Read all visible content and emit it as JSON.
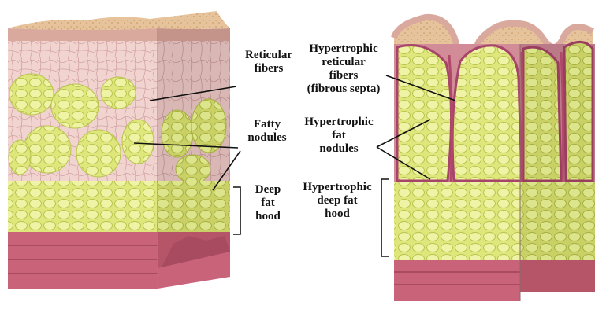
{
  "labels": {
    "normal": {
      "reticular_fibers": "Reticular\nfibers",
      "fatty_nodules": "Fatty\nnodules",
      "deep_fat_hood": "Deep\nfat\nhood"
    },
    "cellulite": {
      "reticular_fibers": "Hypertrophic\nreticular\nfibers\n(fibrous septa)",
      "fat_nodules": "Hypertrophic\nfat\nnodules",
      "deep_fat_hood": "Hypertrophic\ndeep  fat\nhood"
    }
  },
  "colors": {
    "fat": "#dfe77c",
    "fat_light": "#eef3a6",
    "dermis": "#efcccc",
    "epidermis": "#d9a99e",
    "top_surface": "#e8c49a",
    "muscle": "#c9637a",
    "septa": "#b0486a",
    "line": "#111111"
  }
}
